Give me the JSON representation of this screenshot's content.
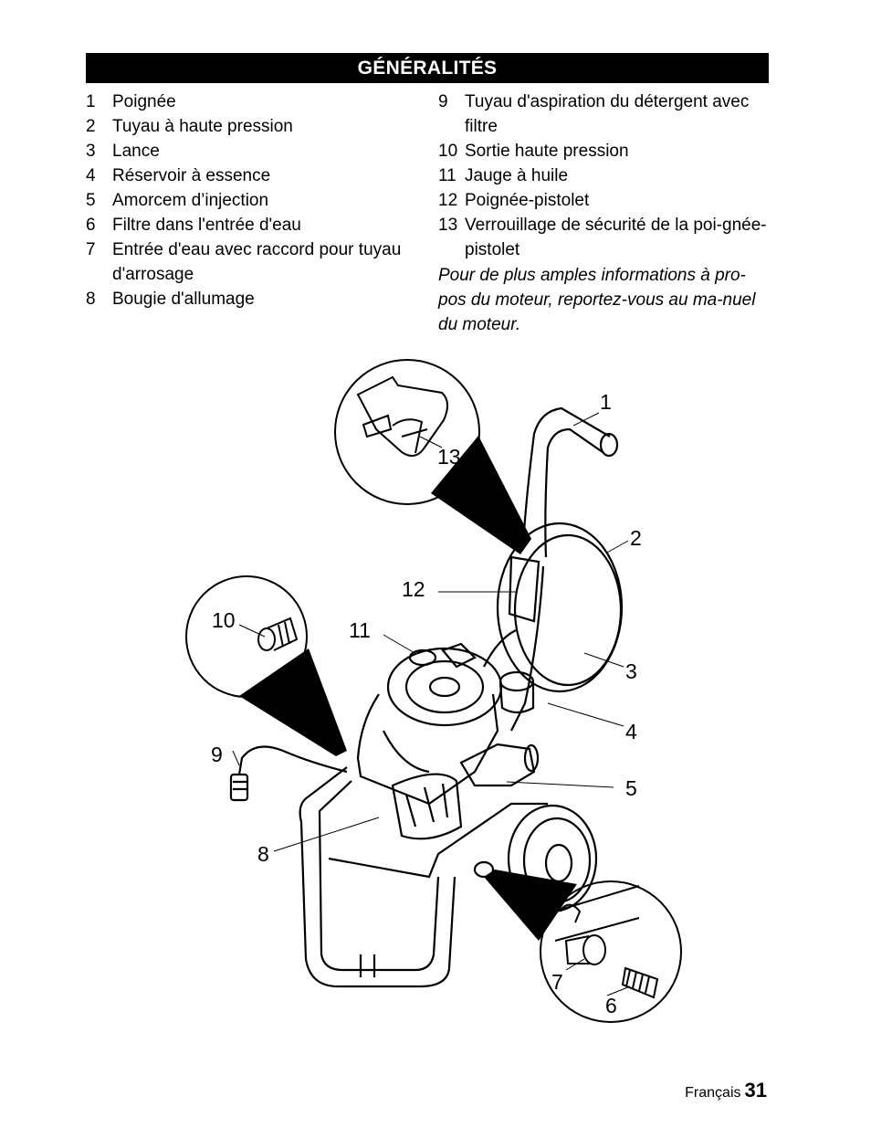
{
  "header": {
    "title": "GÉNÉRALITÉS"
  },
  "left_items": [
    {
      "num": "1",
      "text": "Poignée"
    },
    {
      "num": "2",
      "text": "Tuyau à haute pression"
    },
    {
      "num": "3",
      "text": "Lance"
    },
    {
      "num": "4",
      "text": "Réservoir à essence"
    },
    {
      "num": "5",
      "text": "Amorcem d’injection"
    },
    {
      "num": "6",
      "text": "Filtre dans l'entrée d'eau"
    },
    {
      "num": "7",
      "text": "Entrée d'eau avec raccord pour tuyau d'arrosage"
    },
    {
      "num": "8",
      "text": "Bougie d'allumage"
    }
  ],
  "right_items": [
    {
      "num": "9",
      "text": "Tuyau d'aspiration du détergent avec filtre"
    },
    {
      "num": "10",
      "text": "Sortie haute pression"
    },
    {
      "num": "11",
      "text": "Jauge à huile"
    },
    {
      "num": "12",
      "text": "Poignée-pistolet"
    },
    {
      "num": "13",
      "text": "Verrouillage de sécurité de la poi-gnée-pistolet"
    }
  ],
  "note": "Pour de plus amples informations à pro-pos du moteur, reportez-vous au ma-nuel du moteur.",
  "callouts": {
    "c1": "1",
    "c2": "2",
    "c3": "3",
    "c4": "4",
    "c5": "5",
    "c6": "6",
    "c7": "7",
    "c8": "8",
    "c9": "9",
    "c10": "10",
    "c11": "11",
    "c12": "12",
    "c13": "13"
  },
  "footer": {
    "language": "Français",
    "page": "31"
  }
}
